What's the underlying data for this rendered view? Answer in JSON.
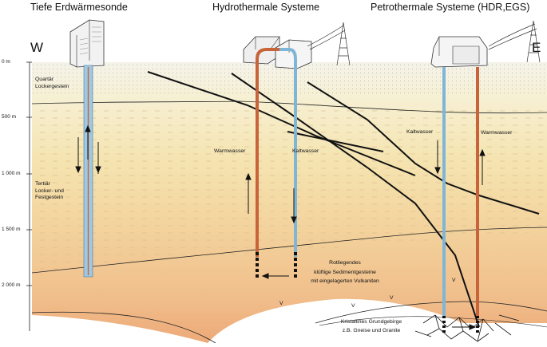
{
  "titles": {
    "left": "Tiefe Erdwärmesonde",
    "middle": "Hydrothermale Systeme",
    "right": "Petrothermale Systeme (HDR,EGS)"
  },
  "directions": {
    "west": "W",
    "east": "E"
  },
  "depth_axis": [
    "0 m",
    "500 m",
    "1 000 m",
    "1 500 m",
    "2 000 m"
  ],
  "layers": {
    "quartaer_1": "Quartär",
    "quartaer_2": "Lockergestein",
    "tertiaer_1": "Tertiär",
    "tertiaer_2": "Locker- und",
    "tertiaer_3": "Festgestein",
    "rotliegendes_1": "Rotliegendes",
    "rotliegendes_2": "klüftige Sedimentgesteine",
    "rotliegendes_3": "mit eingelagerten Vulkaniten",
    "grundgebirge_1": "Kristallines Grundgebirge",
    "grundgebirge_2": "z.B. Gneise und Granite"
  },
  "flows": {
    "hydro_warm": "Warmwasser",
    "hydro_cold": "Kaltwasser",
    "petro_cold": "Kaltwasser",
    "petro_warm": "Warmwasser"
  },
  "volcanic_marks": [
    "V",
    "V",
    "V",
    "V"
  ],
  "colors": {
    "hot_pipe": "#c8643a",
    "cold_pipe": "#7fb6d8",
    "surface_layer": "#f3f0e6",
    "deep_layer": "#f0b887",
    "fault_line": "#111111"
  }
}
